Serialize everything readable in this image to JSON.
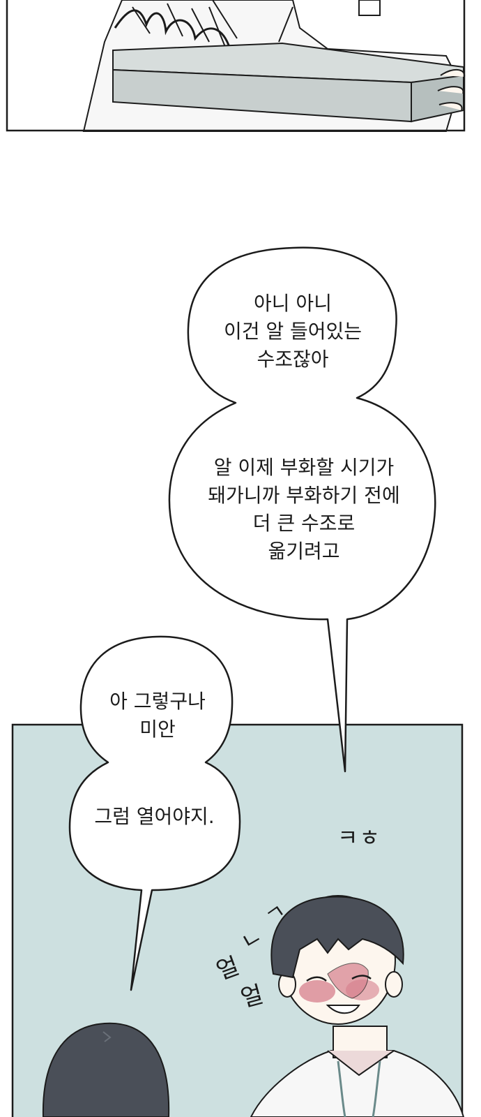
{
  "bubbles": {
    "b1": {
      "line1": "아니 아니",
      "line2": "이건 알 들어있는",
      "line3": "수조잖아"
    },
    "b2": {
      "line1": "알 이제 부화할 시기가",
      "line2": "돼가니까 부화하기 전에",
      "line3": "더 큰 수조로",
      "line4": "옮기려고"
    },
    "b3": {
      "line1": "아 그렇구나",
      "line2": "미안"
    },
    "b4": {
      "line1": "그럼 열어야지."
    }
  },
  "sfx": {
    "laugh": "ㅋㅎ",
    "fluster_1": "얼",
    "fluster_2": "얼",
    "fluster_3": "ㄴ",
    "fluster_4": "ㄱ"
  },
  "colors": {
    "panel_bg": "#cde0e0",
    "box_gray": "#c8cfce",
    "box_dark": "#b6bfbe",
    "hair": "#4a4f58",
    "skin": "#fdf6ee",
    "blush": "#d67f8c",
    "ink": "#1b1b1b"
  }
}
